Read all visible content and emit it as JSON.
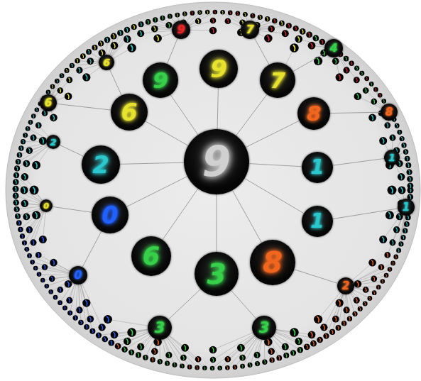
{
  "diagram": {
    "nodes": [
      {
        "text": [
          "9"
        ]
      },
      {
        "text": [
          "9"
        ]
      },
      {
        "text": [
          "9"
        ]
      },
      {
        "text": [
          "7"
        ]
      },
      {
        "text": [
          "8"
        ]
      },
      {
        "text": [
          "1"
        ]
      },
      {
        "text": [
          "1"
        ]
      },
      {
        "text": [
          "8"
        ]
      },
      {
        "text": [
          "3"
        ]
      },
      {
        "text": [
          "6"
        ]
      },
      {
        "text": [
          "0"
        ]
      },
      {
        "text": [
          "2"
        ]
      },
      {
        "text": [
          "6"
        ]
      },
      {
        "text": [
          "9"
        ]
      },
      {
        "text": [
          "7"
        ]
      },
      {
        "text": [
          "4"
        ]
      },
      {
        "text": [
          "8"
        ]
      },
      {
        "text": [
          "1"
        ]
      },
      {
        "text": [
          "1"
        ]
      },
      {
        "text": [
          "2"
        ]
      },
      {
        "text": [
          "3"
        ]
      },
      {
        "text": [
          "3"
        ]
      },
      {
        "text": [
          "0"
        ]
      },
      {
        "text": [
          "0"
        ]
      },
      {
        "text": [
          "2"
        ]
      },
      {
        "text": [
          "6"
        ]
      },
      {
        "text": [
          "6"
        ]
      }
    ],
    "edges": [
      {
        "from": 0,
        "to": 1,
        "arrow": "none"
      },
      {
        "from": 0,
        "to": 2,
        "arrow": "none"
      },
      {
        "from": 0,
        "to": 3,
        "arrow": "none"
      },
      {
        "from": 0,
        "to": 4,
        "arrow": "none"
      },
      {
        "from": 0,
        "to": 5,
        "arrow": "none"
      },
      {
        "from": 0,
        "to": 6,
        "arrow": "none"
      },
      {
        "from": 0,
        "to": 7,
        "arrow": "none"
      },
      {
        "from": 0,
        "to": 8,
        "arrow": "none"
      },
      {
        "from": 0,
        "to": 9,
        "arrow": "none"
      },
      {
        "from": 0,
        "to": 10,
        "arrow": "none"
      },
      {
        "from": 0,
        "to": 11,
        "arrow": "none"
      },
      {
        "from": 0,
        "to": 12,
        "arrow": "none"
      },
      {
        "from": 1,
        "to": 13,
        "arrow": "none"
      },
      {
        "from": 3,
        "to": 14,
        "arrow": "none"
      },
      {
        "from": 3,
        "to": 15,
        "arrow": "none"
      },
      {
        "from": 4,
        "to": 16,
        "arrow": "none"
      },
      {
        "from": 5,
        "to": 17,
        "arrow": "none"
      },
      {
        "from": 6,
        "to": 18,
        "arrow": "none"
      },
      {
        "from": 7,
        "to": 19,
        "arrow": "none"
      },
      {
        "from": 8,
        "to": 20,
        "arrow": "none"
      },
      {
        "from": 8,
        "to": 21,
        "arrow": "none"
      },
      {
        "from": 10,
        "to": 22,
        "arrow": "none"
      },
      {
        "from": 10,
        "to": 23,
        "arrow": "none"
      },
      {
        "from": 11,
        "to": 24,
        "arrow": "none"
      },
      {
        "from": 12,
        "to": 25,
        "arrow": "none"
      },
      {
        "from": 12,
        "to": 26,
        "arrow": "none"
      }
    ]
  }
}
